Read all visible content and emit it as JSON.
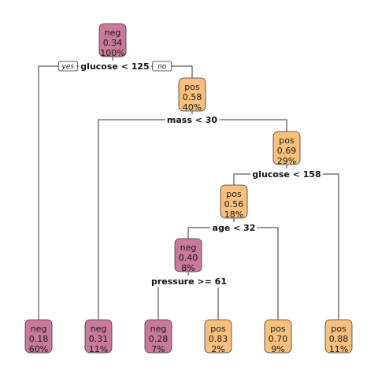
{
  "colors": {
    "neg": "#c9799a",
    "pos": "#f8c07c",
    "border": "#3a3a3a",
    "edge": "#333333"
  },
  "branch_tags": {
    "yes": "yes",
    "no": "no"
  },
  "nodes": [
    {
      "id": "n1",
      "cls": "neg",
      "prob": "0.34",
      "pct": "100%"
    },
    {
      "id": "n3",
      "cls": "pos",
      "prob": "0.58",
      "pct": "40%"
    },
    {
      "id": "n7",
      "cls": "pos",
      "prob": "0.69",
      "pct": "29%"
    },
    {
      "id": "n14",
      "cls": "pos",
      "prob": "0.56",
      "pct": "18%"
    },
    {
      "id": "n28",
      "cls": "neg",
      "prob": "0.40",
      "pct": "8%"
    },
    {
      "id": "n2",
      "cls": "neg",
      "prob": "0.18",
      "pct": "60%"
    },
    {
      "id": "n6",
      "cls": "neg",
      "prob": "0.31",
      "pct": "11%"
    },
    {
      "id": "n56",
      "cls": "neg",
      "prob": "0.28",
      "pct": "7%"
    },
    {
      "id": "n57",
      "cls": "pos",
      "prob": "0.83",
      "pct": "2%"
    },
    {
      "id": "n29",
      "cls": "pos",
      "prob": "0.70",
      "pct": "9%"
    },
    {
      "id": "n15",
      "cls": "pos",
      "prob": "0.88",
      "pct": "11%"
    }
  ],
  "splits": [
    {
      "parent": "n1",
      "label": "glucose < 125",
      "left": "n2",
      "right": "n3"
    },
    {
      "parent": "n3",
      "label": "mass < 30",
      "left": "n6",
      "right": "n7"
    },
    {
      "parent": "n7",
      "label": "glucose < 158",
      "left": "n14",
      "right": "n15"
    },
    {
      "parent": "n14",
      "label": "age < 32",
      "left": "n28",
      "right": "n29"
    },
    {
      "parent": "n28",
      "label": "pressure >= 61",
      "left": "n56",
      "right": "n57"
    }
  ]
}
